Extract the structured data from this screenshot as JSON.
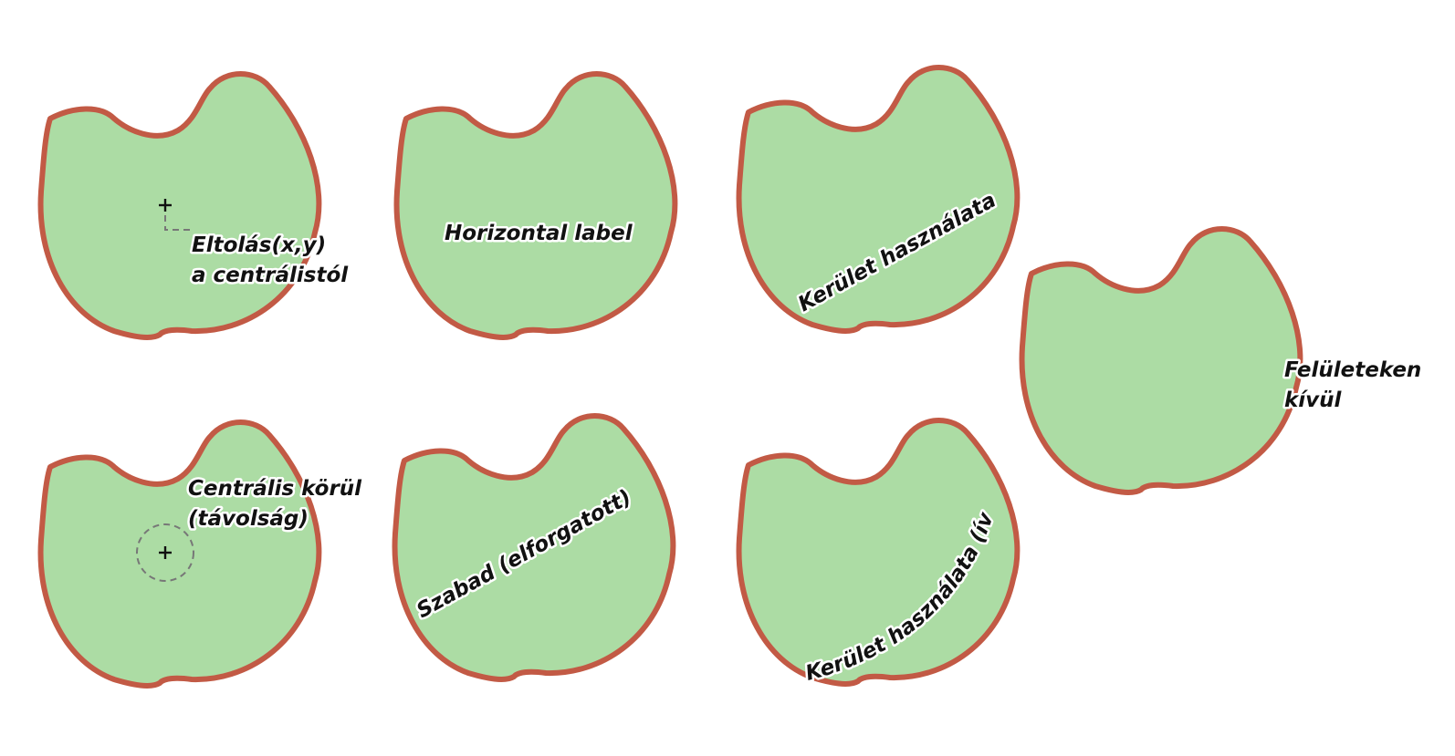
{
  "labels": {
    "offset_line1": "Eltolás(x,y)",
    "offset_line2": "a centrálistól",
    "horizontal": "Horizontal label",
    "perimeter": "Kerület használata",
    "outside_line1": "Felületeken",
    "outside_line2": "kívül",
    "around_line1": "Centrális körül",
    "around_line2": "(távolság)",
    "free": "Szabad (elforgatott)",
    "perimeter_curved": "Kerület használata (íves)"
  },
  "colors": {
    "fill": "#acdca4",
    "stroke": "#c25a45",
    "text": "#111111",
    "halo": "#ffffff"
  }
}
